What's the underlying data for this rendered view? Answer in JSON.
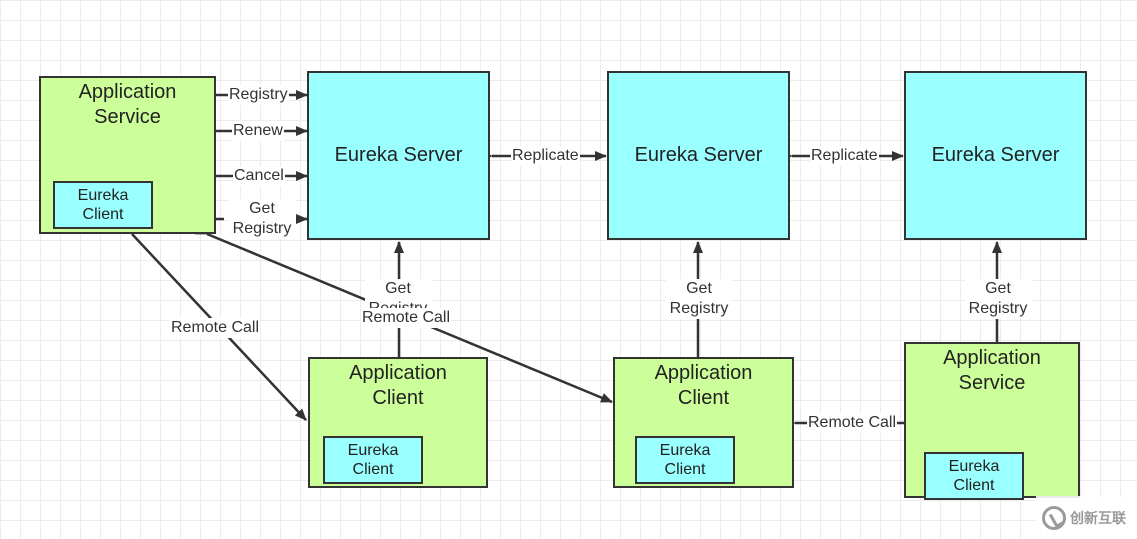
{
  "colors": {
    "application_fill": "#ccff99",
    "server_fill": "#99ffff",
    "client_fill": "#99ffff",
    "stroke": "#333333",
    "grid": "#ececec"
  },
  "nodes": {
    "app_service_top": {
      "title": "Application\nService",
      "client": "Eureka\nClient"
    },
    "server_1": {
      "label": "Eureka Server"
    },
    "server_2": {
      "label": "Eureka Server"
    },
    "server_3": {
      "label": "Eureka Server"
    },
    "app_client_1": {
      "title": "Application\nClient",
      "client": "Eureka\nClient"
    },
    "app_client_2": {
      "title": "Application\nClient",
      "client": "Eureka\nClient"
    },
    "app_service_right": {
      "title": "Application\nService",
      "client": "Eureka\nClient"
    }
  },
  "edges": {
    "registry": "Registry",
    "renew": "Renew",
    "cancel": "Cancel",
    "get_registry_top": "Get\nRegistry",
    "replicate_1": "Replicate",
    "replicate_2": "Replicate",
    "get_registry_client1": "Get\nRegistry",
    "get_registry_client2": "Get\nRegistry",
    "get_registry_service": "Get\nRegistry",
    "remote_call_left": "Remote Call",
    "remote_call_center": "Remote Call",
    "remote_call_right": "Remote Call"
  },
  "watermark": {
    "text": "创新互联",
    "icon": "logo-icon"
  }
}
